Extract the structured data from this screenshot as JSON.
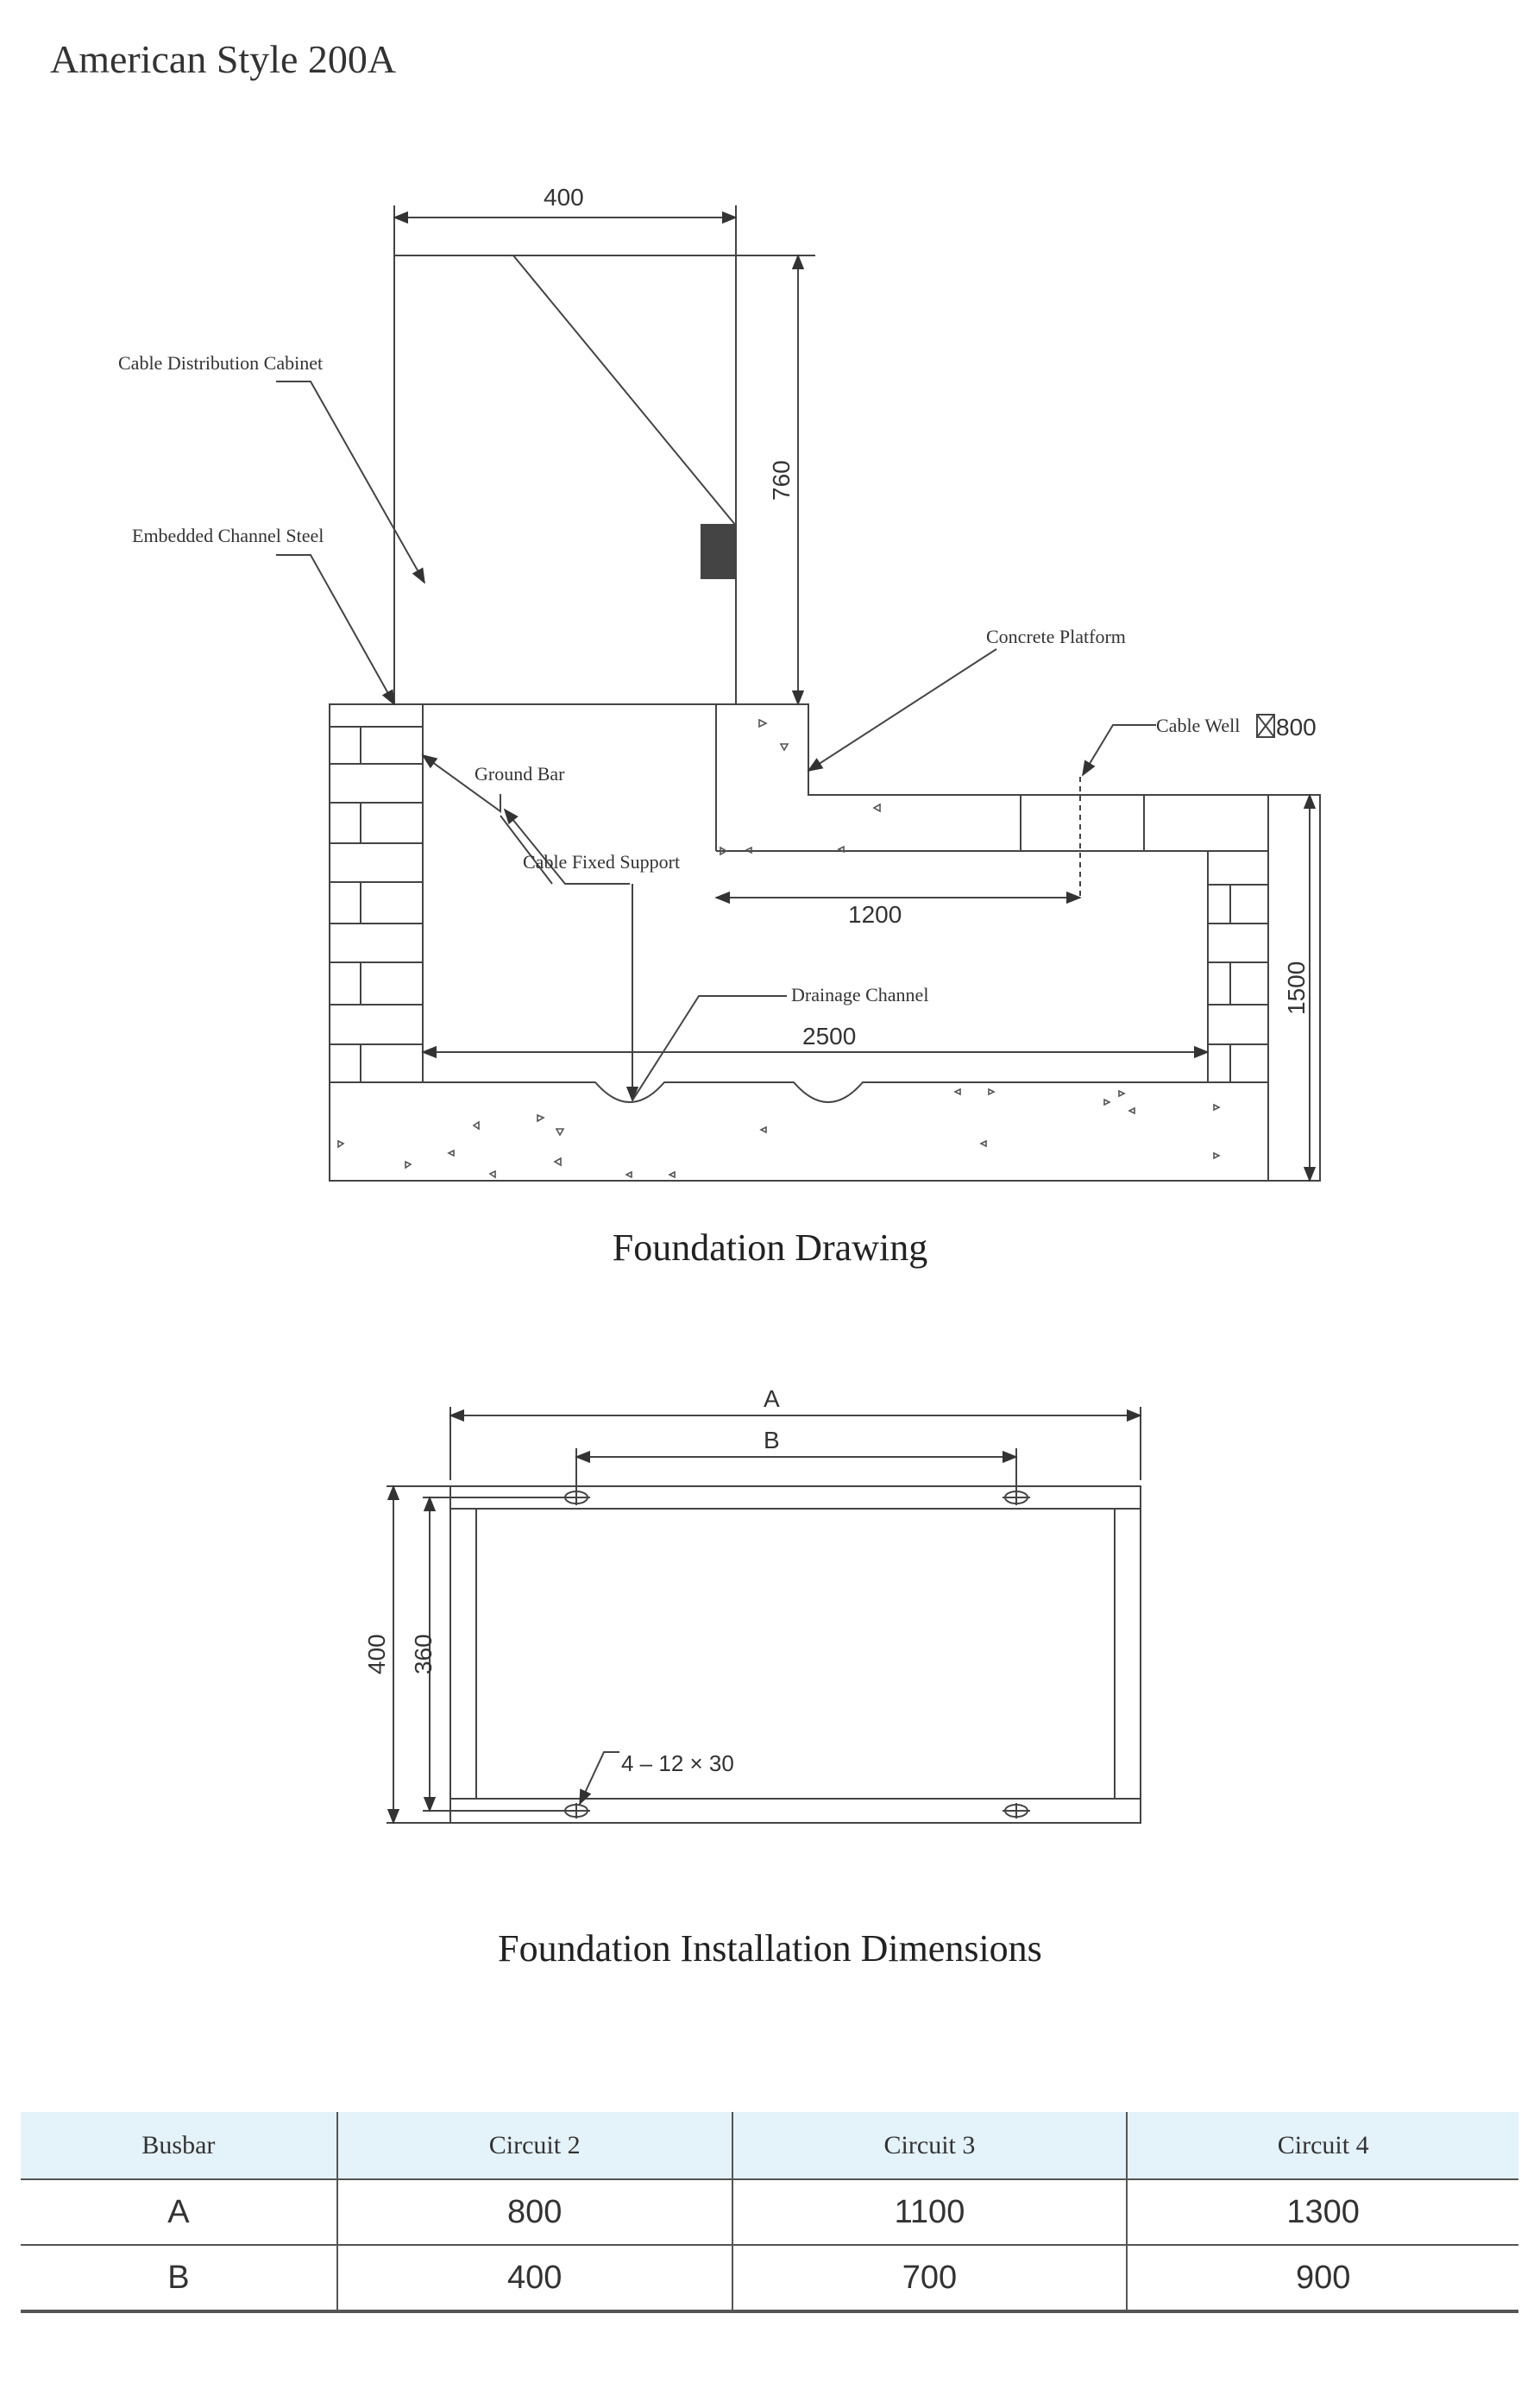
{
  "title": "American Style 200A",
  "foundation_drawing": {
    "caption": "Foundation Drawing",
    "dim_width": "400",
    "dim_height": "760",
    "dim_1200": "1200",
    "dim_2500": "2500",
    "dim_1500": "1500",
    "labels": {
      "cabinet": "Cable Distribution Cabinet",
      "channel_steel": "Embedded Channel Steel",
      "concrete_platform": "Concrete Platform",
      "cable_well": "Cable Well",
      "cable_well_dim": "800",
      "ground_bar": "Ground Bar",
      "cable_support": "Cable Fixed Support",
      "drainage": "Drainage Channel"
    }
  },
  "installation": {
    "caption": "Foundation Installation Dimensions",
    "dim_a": "A",
    "dim_b": "B",
    "dim_400": "400",
    "dim_360": "360",
    "holes": "4 – 12 × 30"
  },
  "table": {
    "headers": [
      "Busbar",
      "Circuit 2",
      "Circuit 3",
      "Circuit 4"
    ],
    "rows": [
      [
        "A",
        "800",
        "1100",
        "1300"
      ],
      [
        "B",
        "400",
        "700",
        "900"
      ]
    ]
  }
}
